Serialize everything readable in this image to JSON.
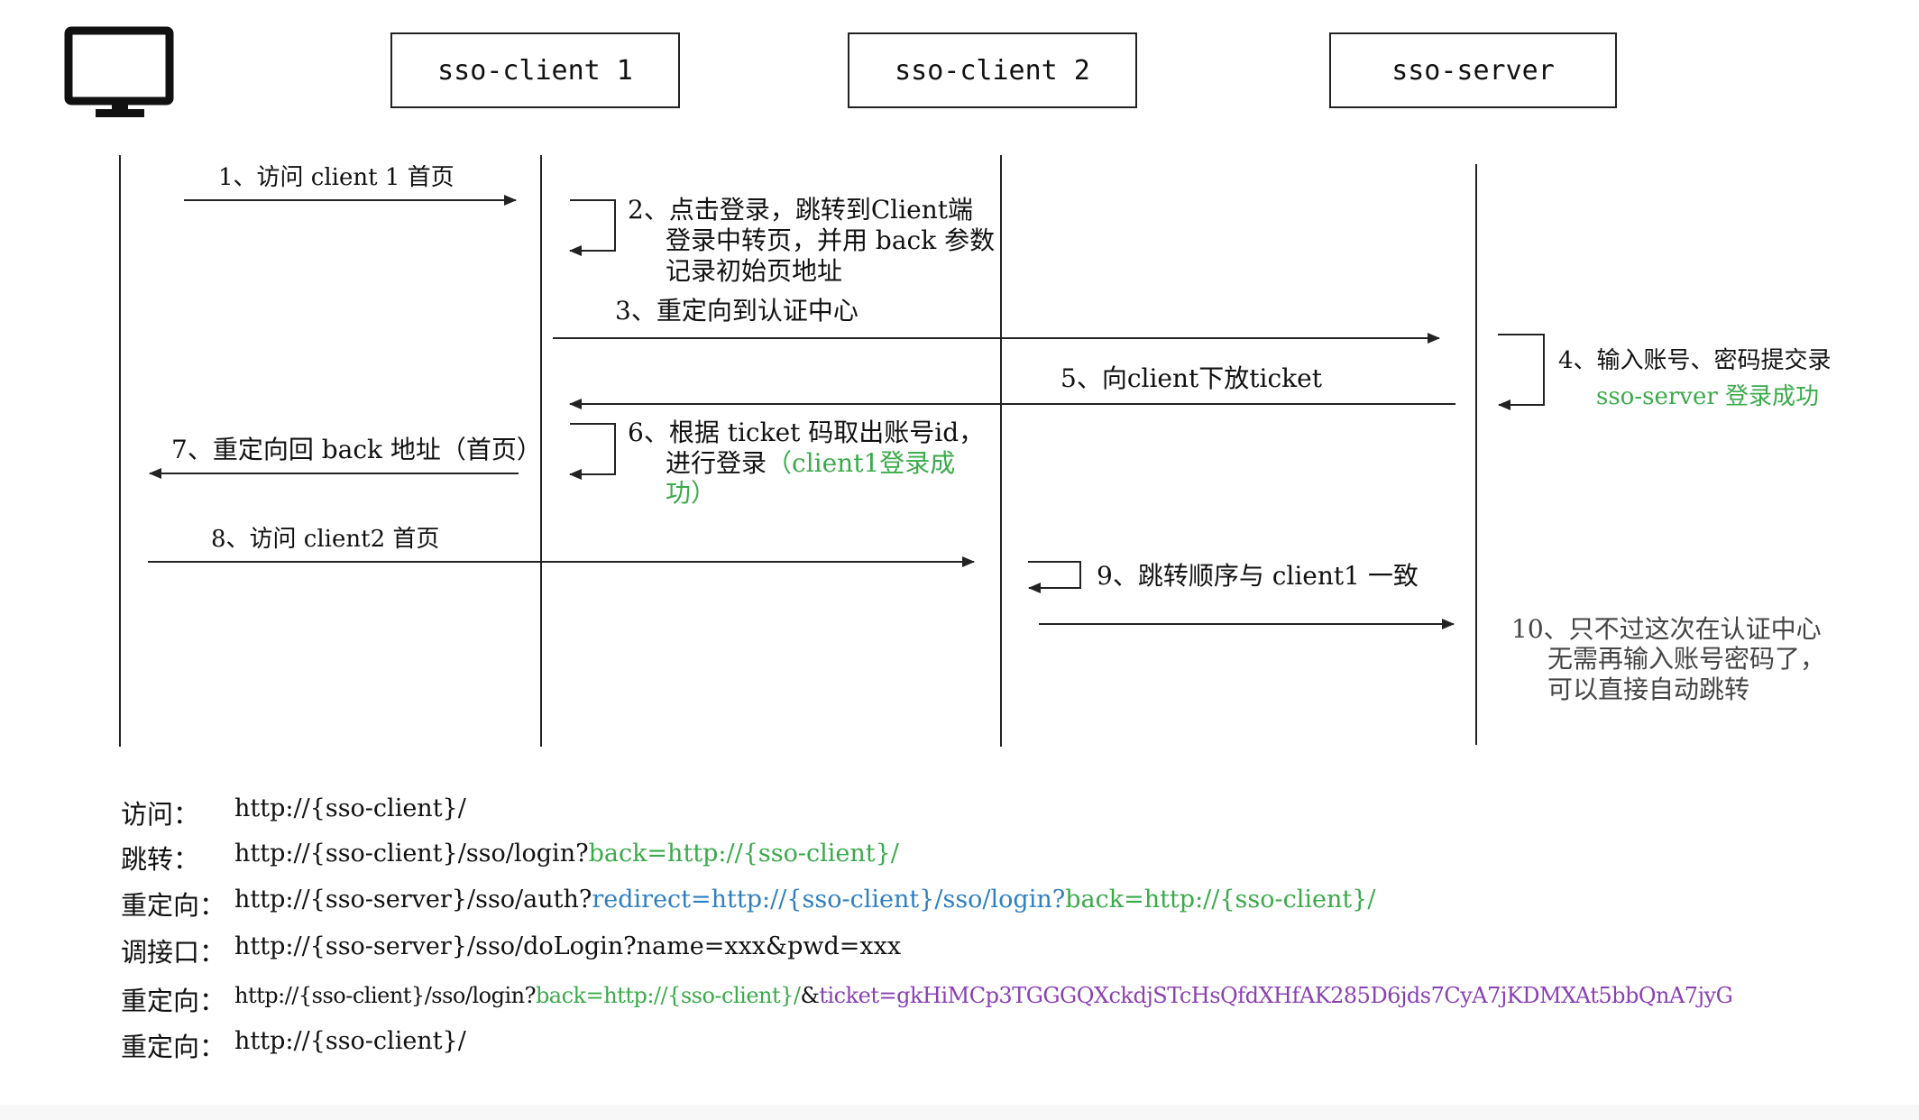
{
  "participants": {
    "client1": "sso-client 1",
    "client2": "sso-client 2",
    "server": "sso-server"
  },
  "steps": {
    "s1": "1、访问 client 1 首页",
    "s2_line1": "2、点击登录，跳转到Client端",
    "s2_line2": "登录中转页，并用 back 参数",
    "s2_line3": "记录初始页地址",
    "s3": "3、重定向到认证中心",
    "s4_line1": "4、输入账号、密码提交录",
    "s4_line2": "sso-server 登录成功",
    "s5": "5、向client下放ticket",
    "s6_line1": "6、根据 ticket 码取出账号id，",
    "s6_line2a": "进行登录",
    "s6_line2b": "（client1登录成",
    "s6_line3": "功）",
    "s7": "7、重定向回 back 地址（首页）",
    "s8": "8、访问 client2 首页",
    "s9": "9、跳转顺序与 client1 一致",
    "s10_line1": "10、只不过这次在认证中心",
    "s10_line2": "无需再输入账号密码了，",
    "s10_line3": "可以直接自动跳转"
  },
  "urls": [
    {
      "label": "访问：",
      "parts": [
        "http://{sso-client}/"
      ]
    },
    {
      "label": "跳转：",
      "parts": [
        "http://{sso-client}/sso/login?",
        "back=http://{sso-client}/"
      ]
    },
    {
      "label": "重定向：",
      "parts": [
        "http://{sso-server}/sso/auth?",
        "redirect=http://{sso-client}/sso/login?",
        "back=http://{sso-client}/"
      ]
    },
    {
      "label": "调接口：",
      "parts": [
        "http://{sso-server}/sso/doLogin?name=xxx&pwd=xxx"
      ]
    },
    {
      "label": "重定向：",
      "parts": [
        "http://{sso-client}/sso/login?",
        "back=http://{sso-client}/",
        "&",
        "ticket=gkHiMCp3TGGGQXckdjSTcHsQfdXHfAK285D6jds7CyA7jKDMXAt5bbQnA7jyG"
      ]
    },
    {
      "label": "重定向：",
      "parts": [
        "http://{sso-client}/"
      ]
    }
  ],
  "colors": {
    "green": "#3aaa4a",
    "blue": "#2f7fc0",
    "purple": "#8a3fb3",
    "line": "#222222"
  },
  "icons": {
    "browser": "monitor-icon"
  }
}
